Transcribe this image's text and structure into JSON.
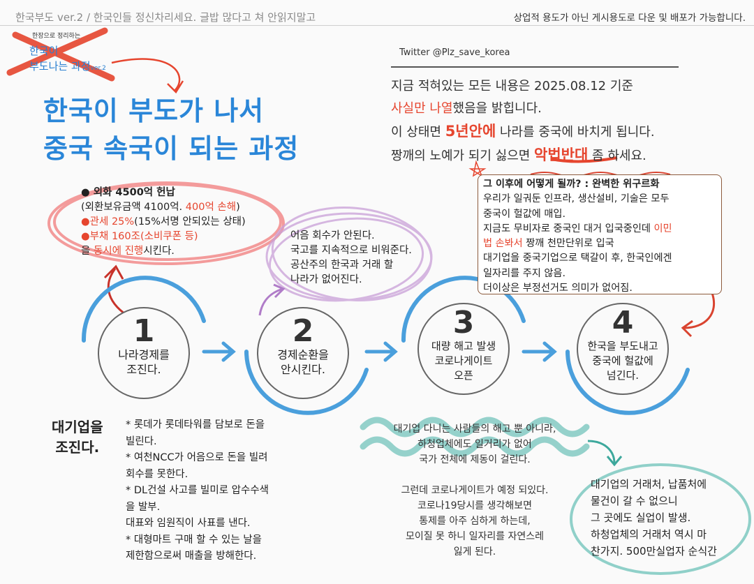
{
  "header": {
    "left": "한국부도 ver.2 / 한국인들 정신차리세요. 글밥 많다고 쳐 안읽지말고",
    "right": "상업적 용도가 아닌 게시용도로 다운 및 배포가 가능합니다."
  },
  "old_title": {
    "kicker": "한장으로 정리하는",
    "line1": "한국이",
    "line2": "부도나는 과정",
    "ver": "ver.2"
  },
  "main_title": {
    "line1": "한국이 부도가 나서",
    "line2": "중국 속국이 되는 과정"
  },
  "twitter": "Twitter @Plz_save_korea",
  "notice": {
    "l1": "지금 적혀있는 모든 내용은 2025.08.12 기준",
    "l2_red": "사실만 나열",
    "l2_rest": "했음을 밝힙니다.",
    "l3_pre": "이 상태면 ",
    "l3_red": "5년안에",
    "l3_post": " 나라를 중국에 바치게 됩니다.",
    "l4_pre": "짱깨의 노예가 되기 싫으면 ",
    "l4_red": "악법반대",
    "l4_post": " 좀 하세요."
  },
  "bullets1": {
    "b1": "● 외화 4500억 헌납",
    "b1_sub_pre": "(외환보유금액 4100억. ",
    "b1_sub_red": "400억 손해",
    "b1_sub_post": ")",
    "b2_red": "●관세 25%",
    "b2_rest": "(15%서명 안되있는 상태)",
    "b3_red": "●부채 160조(소비쿠폰 등)",
    "b4_pre": "을 ",
    "b4_red": "동시에 진행",
    "b4_post": "시킨다."
  },
  "note2": {
    "l1": "어음 회수가 안된다.",
    "l2": "국고를 지속적으로 비워준다.",
    "l3": "공산주의 한국과 거래 할",
    "l4": "나라가 없어진다."
  },
  "after": {
    "title": "그 이후에 어떻게 될까? : 완벽한 위구르화",
    "l1": "우리가 일궈둔 인프라, 생산설비, 기술은 모두",
    "l2": "중국이 헐값에 매입.",
    "l3_pre": "지금도 무비자로 중국인 대거 입국중인데 ",
    "l3_red": "이민",
    "l4_red": "법 손봐서",
    "l4_post": " 짱깨 천만단위로 입국",
    "l5": "대기업을 중국기업으로 택갈이 후, 한국인에겐",
    "l6": "일자리를 주지 않음.",
    "l7": "더이상은 부정선거도 의미가 없어짐."
  },
  "steps": [
    {
      "num": "1",
      "l1": "나라경제를",
      "l2": "조진다.",
      "l3": ""
    },
    {
      "num": "2",
      "l1": "경제순환을",
      "l2": "안시킨다.",
      "l3": ""
    },
    {
      "num": "3",
      "l1": "대량 해고 발생",
      "l2": "코로나게이트",
      "l3": "오픈"
    },
    {
      "num": "4",
      "l1": "한국을 부도내고",
      "l2": "중국에 헐값에",
      "l3": "넘긴다."
    }
  ],
  "bottom_left": {
    "head1": "대기업을",
    "head2": "조진다.",
    "items": [
      "* 롯데가 롯데타워를 담보로 돈을",
      "빌린다.",
      "* 여천NCC가 어음으로 돈을 빌려",
      "회수를 못한다.",
      "* DL건설 사고를 빌미로 압수수색",
      "을 발부.",
      "대표와 임원직이 사표를 낸다.",
      "* 대형마트 구매 할 수 있는 날을",
      "제한함으로써 매출을 방해한다."
    ]
  },
  "bottom_mid": {
    "lines": [
      "대기업 다니는 사람들의 해고 뿐 아니라,",
      "하청업체에도 일거리가 없어",
      "국가 전체에 제동이 걸린다.",
      "",
      "그런데 코로나게이트가 예정 되있다.",
      "코로나19당시를 생각해보면",
      "통제를 아주 심하게 하는데,",
      "모이질 못 하니 일자리를 자연스레",
      "잃게 된다."
    ]
  },
  "bottom_right": {
    "lines": [
      "대기업의 거래처, 납품처에",
      "물건이 갈 수 없으니",
      "그 곳에도 실업이 발생.",
      "하청업체의 거래처 역시 마",
      "찬가지. 500만실업자 순식간"
    ]
  },
  "colors": {
    "title_blue": "#2a86d8",
    "accent_red": "#e6452e",
    "arc_blue": "#4a9fdc",
    "scribble_pink": "#f28b8b",
    "scribble_purple": "#c9a0d8",
    "scribble_teal": "#7cc8c0"
  }
}
